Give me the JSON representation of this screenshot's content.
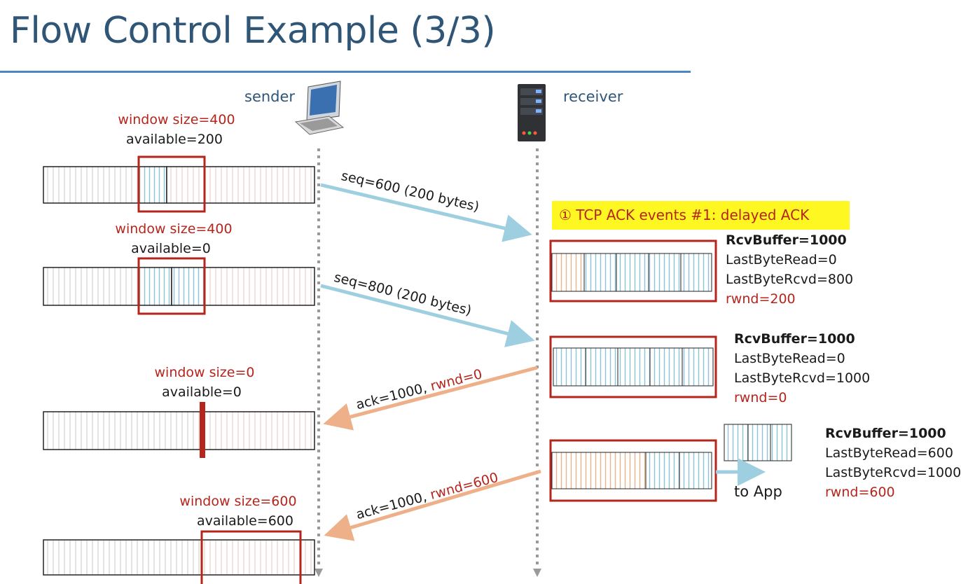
{
  "title": "Flow Control Example (3/3)",
  "hosts": {
    "sender": "sender",
    "receiver": "receiver"
  },
  "sender_states": [
    {
      "window": "window size=400",
      "available": "available=200"
    },
    {
      "window": "window size=400",
      "available": "available=0"
    },
    {
      "window": "window size=0",
      "available": "available=0"
    },
    {
      "window": "window size=600",
      "available": "available=600"
    }
  ],
  "messages": [
    {
      "text": "seq=600 (200 bytes)"
    },
    {
      "text": "seq=800 (200 bytes)"
    },
    {
      "prefix": "ack=1000, ",
      "highlight": "rwnd=0"
    },
    {
      "prefix": "ack=1000, ",
      "highlight": "rwnd=600"
    }
  ],
  "note": "① TCP ACK events #1: delayed ACK",
  "receiver_states": [
    {
      "buffer": "RcvBuffer=1000",
      "read": "LastByteRead=0",
      "rcvd": "LastByteRcvd=800",
      "rwnd": "rwnd=200"
    },
    {
      "buffer": "RcvBuffer=1000",
      "read": "LastByteRead=0",
      "rcvd": "LastByteRcvd=1000",
      "rwnd": "rwnd=0"
    },
    {
      "buffer": "RcvBuffer=1000",
      "read": "LastByteRead=600",
      "rcvd": "LastByteRcvd=1000",
      "rwnd": "rwnd=600"
    }
  ],
  "to_app": "to App",
  "colors": {
    "title": "#2f5577",
    "accent": "#b5251c",
    "data_arrow": "#9ecfe0",
    "ack_arrow": "#eeb089",
    "note_bg": "#fff721"
  }
}
